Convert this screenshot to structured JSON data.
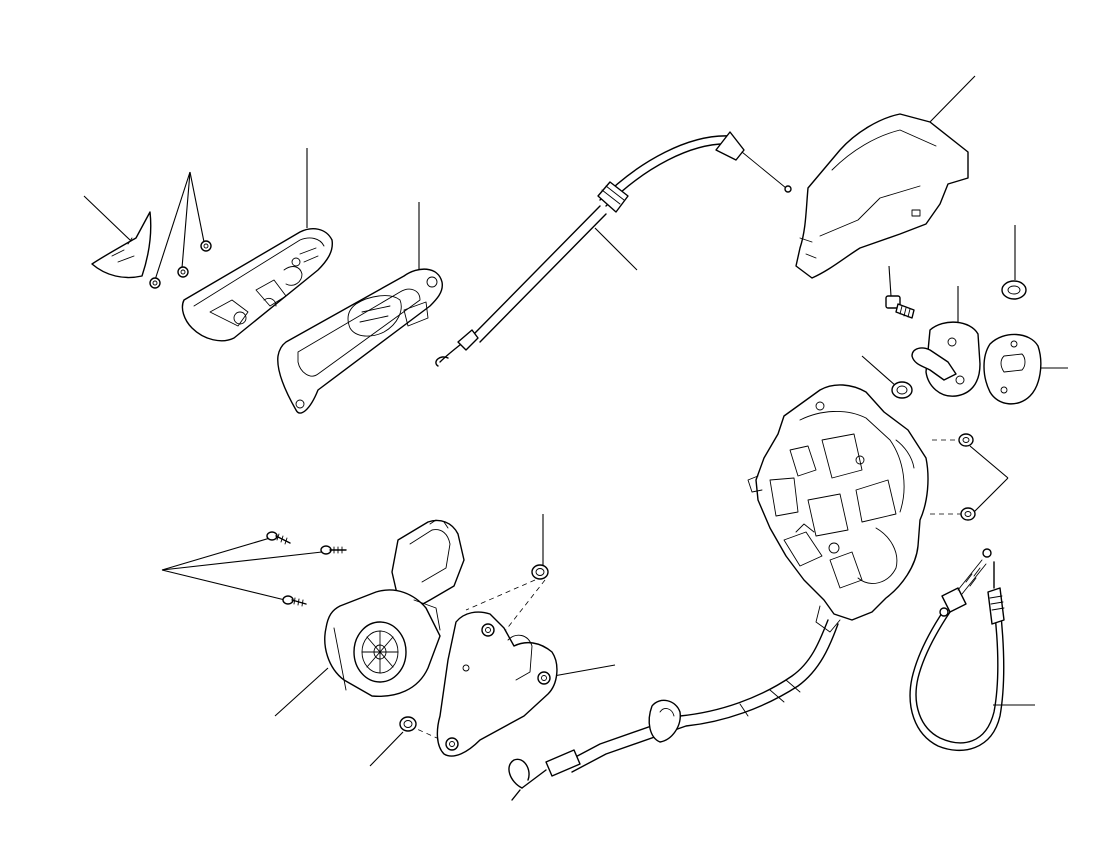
{
  "figure": {
    "type": "exploded-parts-diagram",
    "colors": {
      "line": "#000000",
      "background": "#ffffff"
    }
  },
  "parts": [
    {
      "id": "handle-cover",
      "label": ""
    },
    {
      "id": "screws-small",
      "label": ""
    },
    {
      "id": "inner-handle-mechanism",
      "label": ""
    },
    {
      "id": "handle-bezel-frame",
      "label": ""
    },
    {
      "id": "release-cable",
      "label": ""
    },
    {
      "id": "lock-cover-shield",
      "label": ""
    },
    {
      "id": "striker-bolt",
      "label": ""
    },
    {
      "id": "washer-top",
      "label": ""
    },
    {
      "id": "striker-plate",
      "label": ""
    },
    {
      "id": "shim-plate",
      "label": ""
    },
    {
      "id": "spacer-washer",
      "label": ""
    },
    {
      "id": "door-lock-unit",
      "label": ""
    },
    {
      "id": "lock-nuts",
      "label": ""
    },
    {
      "id": "lock-link-cable",
      "label": ""
    },
    {
      "id": "actuator-screws",
      "label": ""
    },
    {
      "id": "actuator-motor",
      "label": ""
    },
    {
      "id": "bracket-nut",
      "label": ""
    },
    {
      "id": "motor-bracket",
      "label": ""
    },
    {
      "id": "bracket-washer",
      "label": ""
    },
    {
      "id": "lock-cable-long",
      "label": ""
    }
  ]
}
